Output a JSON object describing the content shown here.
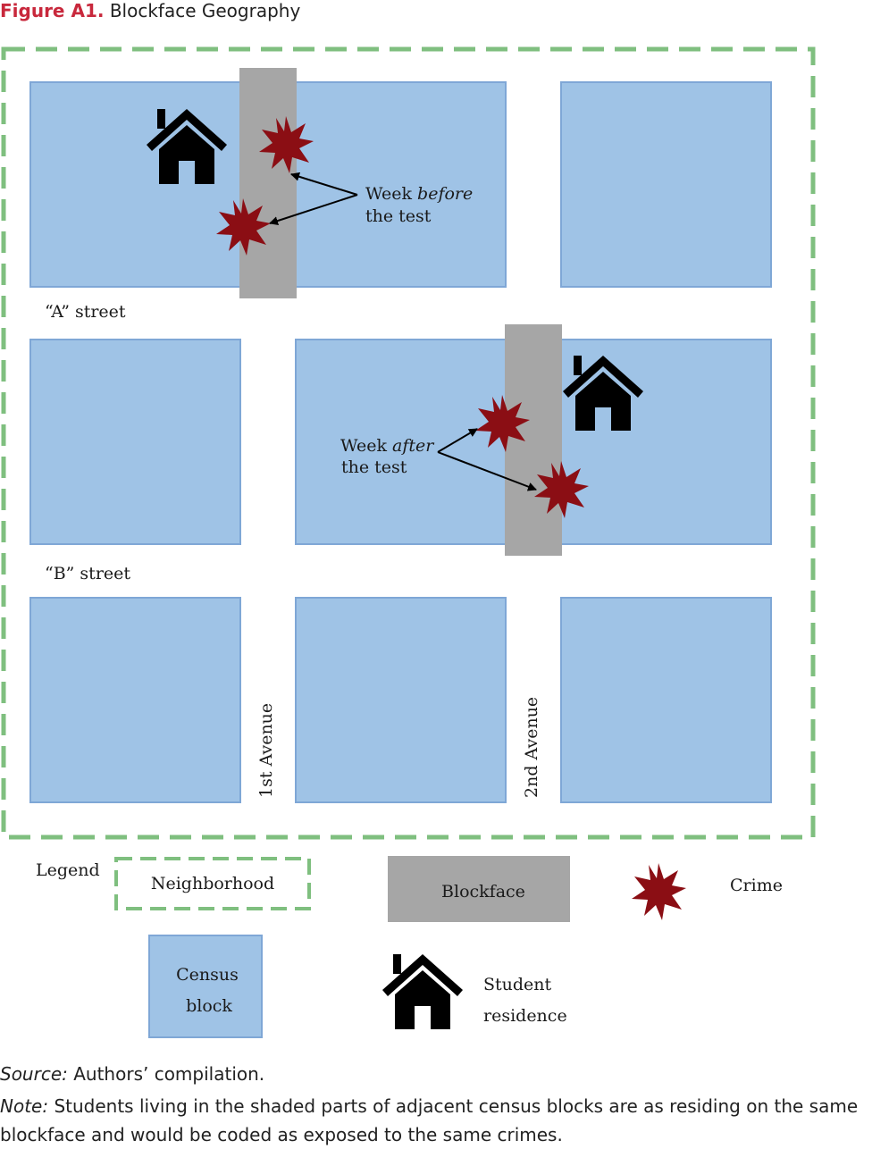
{
  "figure": {
    "label": "Figure A1.",
    "title": "Blockface Geography"
  },
  "map": {
    "street_a": "“A” street",
    "street_b": "“B” street",
    "avenue_1": "1st Avenue",
    "avenue_2": "2nd Avenue",
    "annotation_before_prefix": "Week ",
    "annotation_before_em": "before",
    "annotation_before_line2": "the test",
    "annotation_after_prefix": "Week ",
    "annotation_after_em": "after",
    "annotation_after_line2": "the test"
  },
  "legend": {
    "heading": "Legend",
    "neighborhood": "Neighborhood",
    "blockface": "Blockface",
    "crime": "Crime",
    "census_line1": "Census",
    "census_line2": "block",
    "student_line1": "Student",
    "student_line2": "residence"
  },
  "colors": {
    "census_block": "#9fc3e6",
    "census_block_border": "#7fa7d6",
    "blockface": "#a6a6a6",
    "neighborhood_border": "#7fbf7f",
    "crime": "#8b0e14",
    "house": "#000000",
    "title_accent": "#c8283c"
  },
  "footer": {
    "source_label": "Source:",
    "source_text": " Authors’ compilation.",
    "note_label": "Note:",
    "note_text": " Students living in the shaded parts of adjacent census blocks are as residing on the same blockface and would be coded as exposed to the same crimes."
  }
}
